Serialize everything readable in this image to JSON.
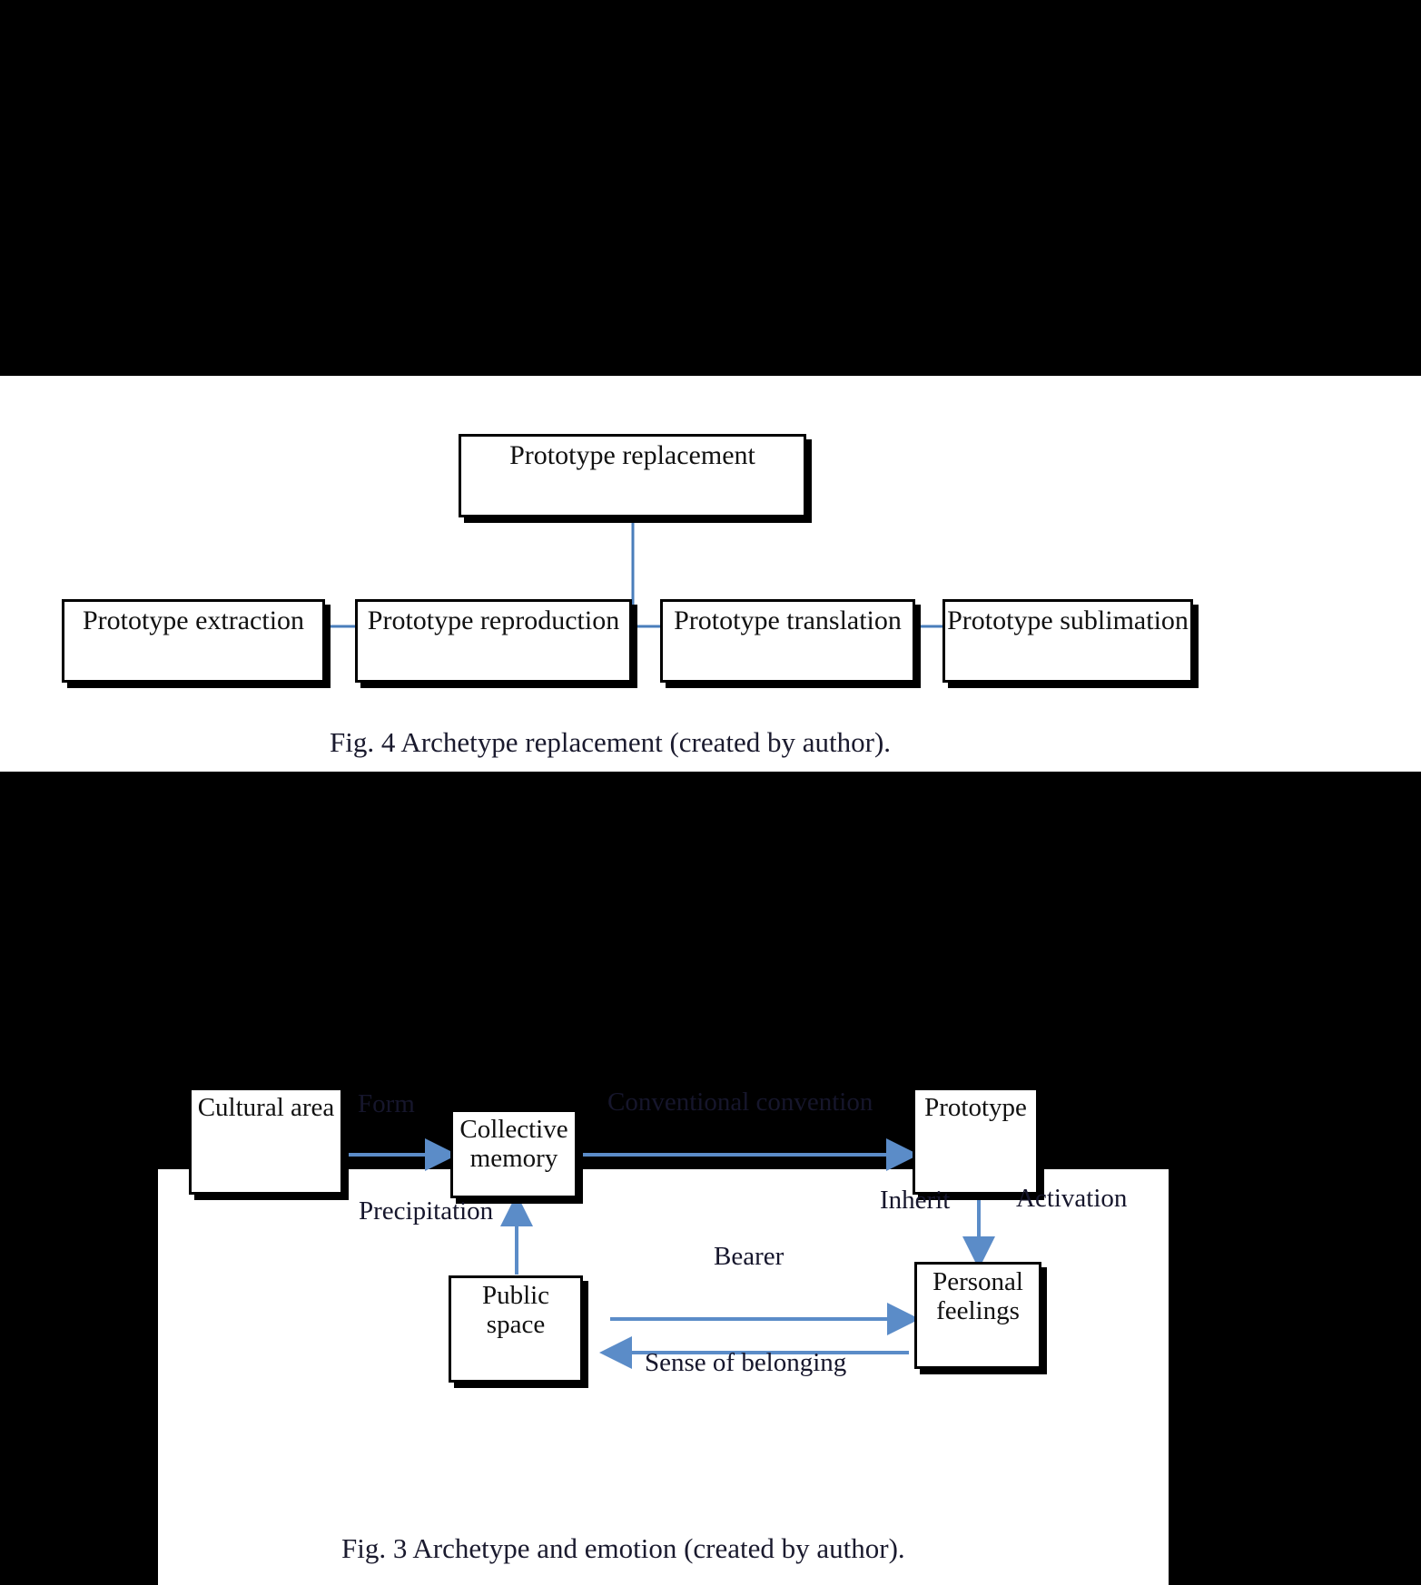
{
  "colors": {
    "page_background": "#000000",
    "panel_background": "#ffffff",
    "box_border": "#000000",
    "connector_blue": "#4a7ebb",
    "text": "#1a1a2e"
  },
  "figure4": {
    "caption": "Fig. 4 Archetype replacement (created by author).",
    "root": {
      "label": "Prototype replacement"
    },
    "leaves": [
      {
        "label": "Prototype extraction"
      },
      {
        "label": "Prototype reproduction"
      },
      {
        "label": "Prototype translation"
      },
      {
        "label": "Prototype sublimation"
      }
    ]
  },
  "figure3": {
    "caption": "Fig. 3 Archetype and emotion (created by author).",
    "nodes": [
      {
        "id": "cultural-area",
        "label": "Cultural area"
      },
      {
        "id": "collective-memory",
        "label": "Collective memory"
      },
      {
        "id": "prototype",
        "label": "Prototype"
      },
      {
        "id": "public-space",
        "label": "Public space"
      },
      {
        "id": "personal-feelings",
        "label": "Personal feelings"
      }
    ],
    "edges": [
      {
        "id": "form",
        "label": "Form",
        "from": "cultural-area",
        "to": "collective-memory",
        "direction": "right"
      },
      {
        "id": "convention",
        "label": "Conventional convention",
        "from": "collective-memory",
        "to": "prototype",
        "direction": "right"
      },
      {
        "id": "precipitation",
        "label": "Precipitation",
        "from": "public-space",
        "to": "collective-memory",
        "direction": "up"
      },
      {
        "id": "inherit",
        "label": "Inherit",
        "from": "prototype",
        "to": "personal-feelings",
        "direction": "down"
      },
      {
        "id": "activation",
        "label": "Activation",
        "from": "prototype",
        "to": "personal-feelings",
        "direction": "down"
      },
      {
        "id": "bearer",
        "label": "Bearer",
        "from": "public-space",
        "to": "personal-feelings",
        "direction": "right"
      },
      {
        "id": "sense",
        "label": "Sense of belonging",
        "from": "personal-feelings",
        "to": "public-space",
        "direction": "left"
      }
    ]
  },
  "chart_data": {
    "type": "diagram",
    "title": "Archetype replacement / Archetype and emotion",
    "diagrams": [
      {
        "name": "Fig. 4 Archetype replacement",
        "layout": "tree",
        "root": "Prototype replacement",
        "children": [
          "Prototype extraction",
          "Prototype reproduction",
          "Prototype translation",
          "Prototype sublimation"
        ]
      },
      {
        "name": "Fig. 3 Archetype and emotion",
        "layout": "flow",
        "nodes": [
          "Cultural area",
          "Collective memory",
          "Prototype",
          "Public space",
          "Personal feelings"
        ],
        "links": [
          {
            "source": "Cultural area",
            "target": "Collective memory",
            "label": "Form"
          },
          {
            "source": "Collective memory",
            "target": "Prototype",
            "label": "Conventional convention"
          },
          {
            "source": "Public space",
            "target": "Collective memory",
            "label": "Precipitation"
          },
          {
            "source": "Prototype",
            "target": "Personal feelings",
            "label": "Inherit"
          },
          {
            "source": "Prototype",
            "target": "Personal feelings",
            "label": "Activation"
          },
          {
            "source": "Public space",
            "target": "Personal feelings",
            "label": "Bearer"
          },
          {
            "source": "Personal feelings",
            "target": "Public space",
            "label": "Sense of belonging"
          }
        ]
      }
    ]
  }
}
